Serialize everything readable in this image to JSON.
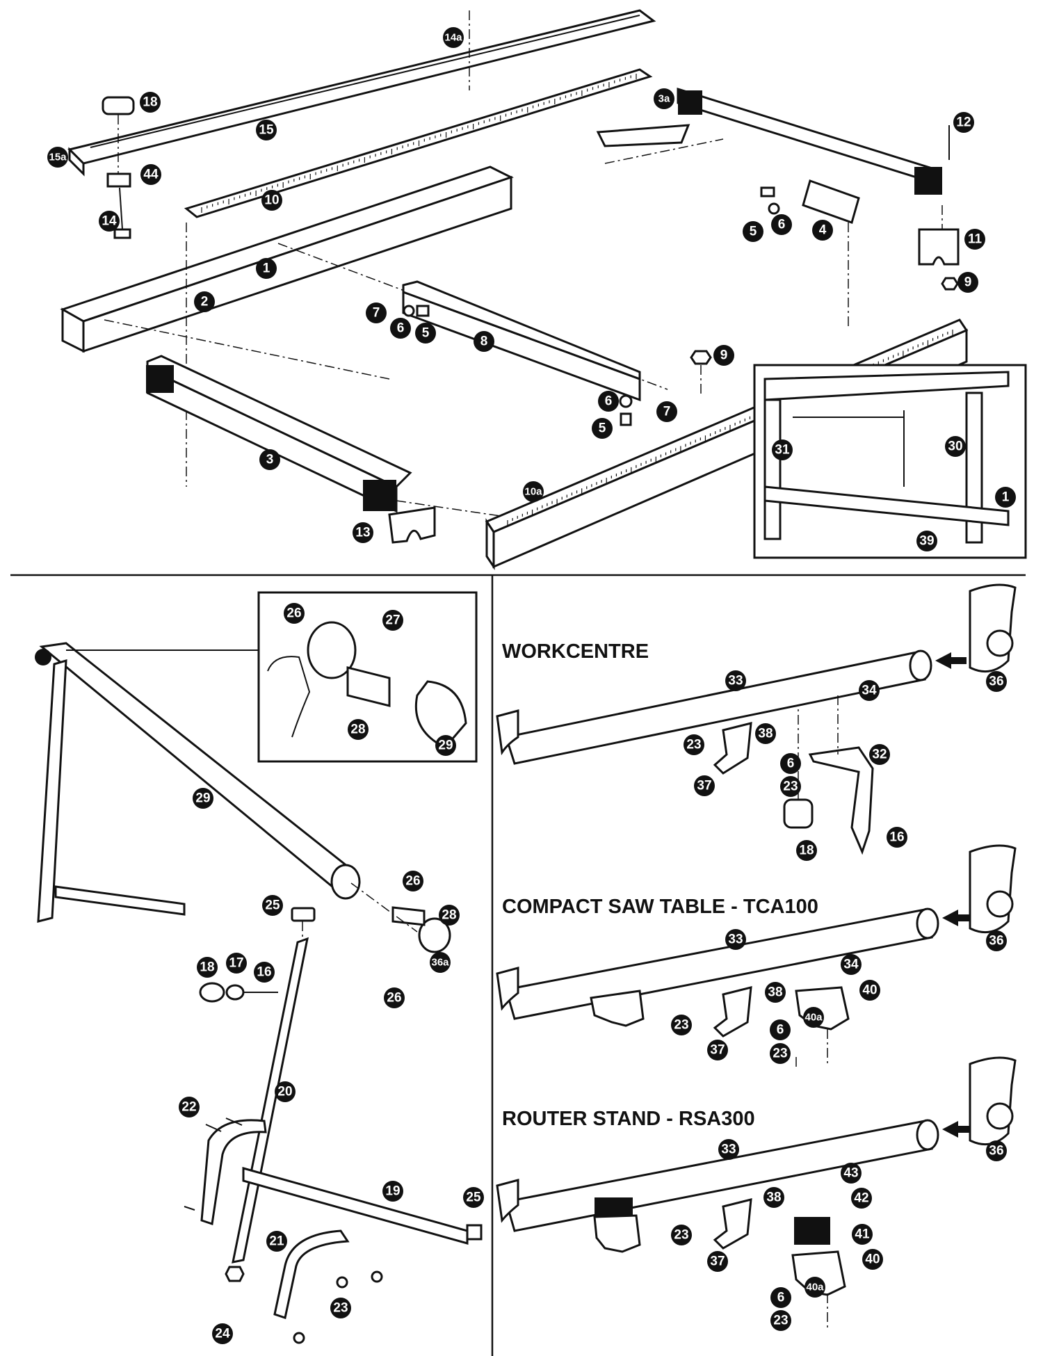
{
  "sections": {
    "workcentre": "WORKCENTRE",
    "compact_saw_table": "COMPACT SAW TABLE - TCA100",
    "router_stand": "ROUTER STAND - RSA300"
  },
  "callouts": {
    "c14a": "14a",
    "c18a": "18",
    "c15": "15",
    "c15a": "15a",
    "c44": "44",
    "c14": "14",
    "c10": "10",
    "c1a": "1",
    "c2": "2",
    "c3a": "3a",
    "c12": "12",
    "c5a": "5",
    "c6a": "6",
    "c4": "4",
    "c11": "11",
    "c9a": "9",
    "c7a": "7",
    "c6b": "6",
    "c5b": "5",
    "c8": "8",
    "c9b": "9",
    "c6c": "6",
    "c5c": "5",
    "c7b": "7",
    "c3": "3",
    "c13": "13",
    "c10a": "10a",
    "c31": "31",
    "c30": "30",
    "c1b": "1",
    "c39": "39",
    "c26a": "26",
    "c27": "27",
    "c28a": "28",
    "c29a": "29",
    "c29b": "29",
    "c26b": "26",
    "c28b": "28",
    "c36a": "36a",
    "c26c": "26",
    "c25a": "25",
    "c18b": "18",
    "c17": "17",
    "c16a": "16",
    "c20": "20",
    "c22": "22",
    "c19": "19",
    "c25b": "25",
    "c21": "21",
    "c23a": "23",
    "c24": "24",
    "c36b": "36",
    "c33a": "33",
    "c34a": "34",
    "c23b": "23",
    "c38a": "38",
    "c32": "32",
    "c6d": "6",
    "c23c": "23",
    "c37a": "37",
    "c16b": "16",
    "c18c": "18",
    "c36c": "36",
    "c33b": "33",
    "c34b": "34",
    "c38b": "38",
    "c40a": "40",
    "c23d": "23",
    "c6e": "6",
    "c40aa": "40a",
    "c37b": "37",
    "c23e": "23",
    "c36d": "36",
    "c33c": "33",
    "c43": "43",
    "c38c": "38",
    "c42": "42",
    "c41": "41",
    "c23f": "23",
    "c40b": "40",
    "c37c": "37",
    "c6f": "6",
    "c40ab": "40a",
    "c23g": "23"
  }
}
